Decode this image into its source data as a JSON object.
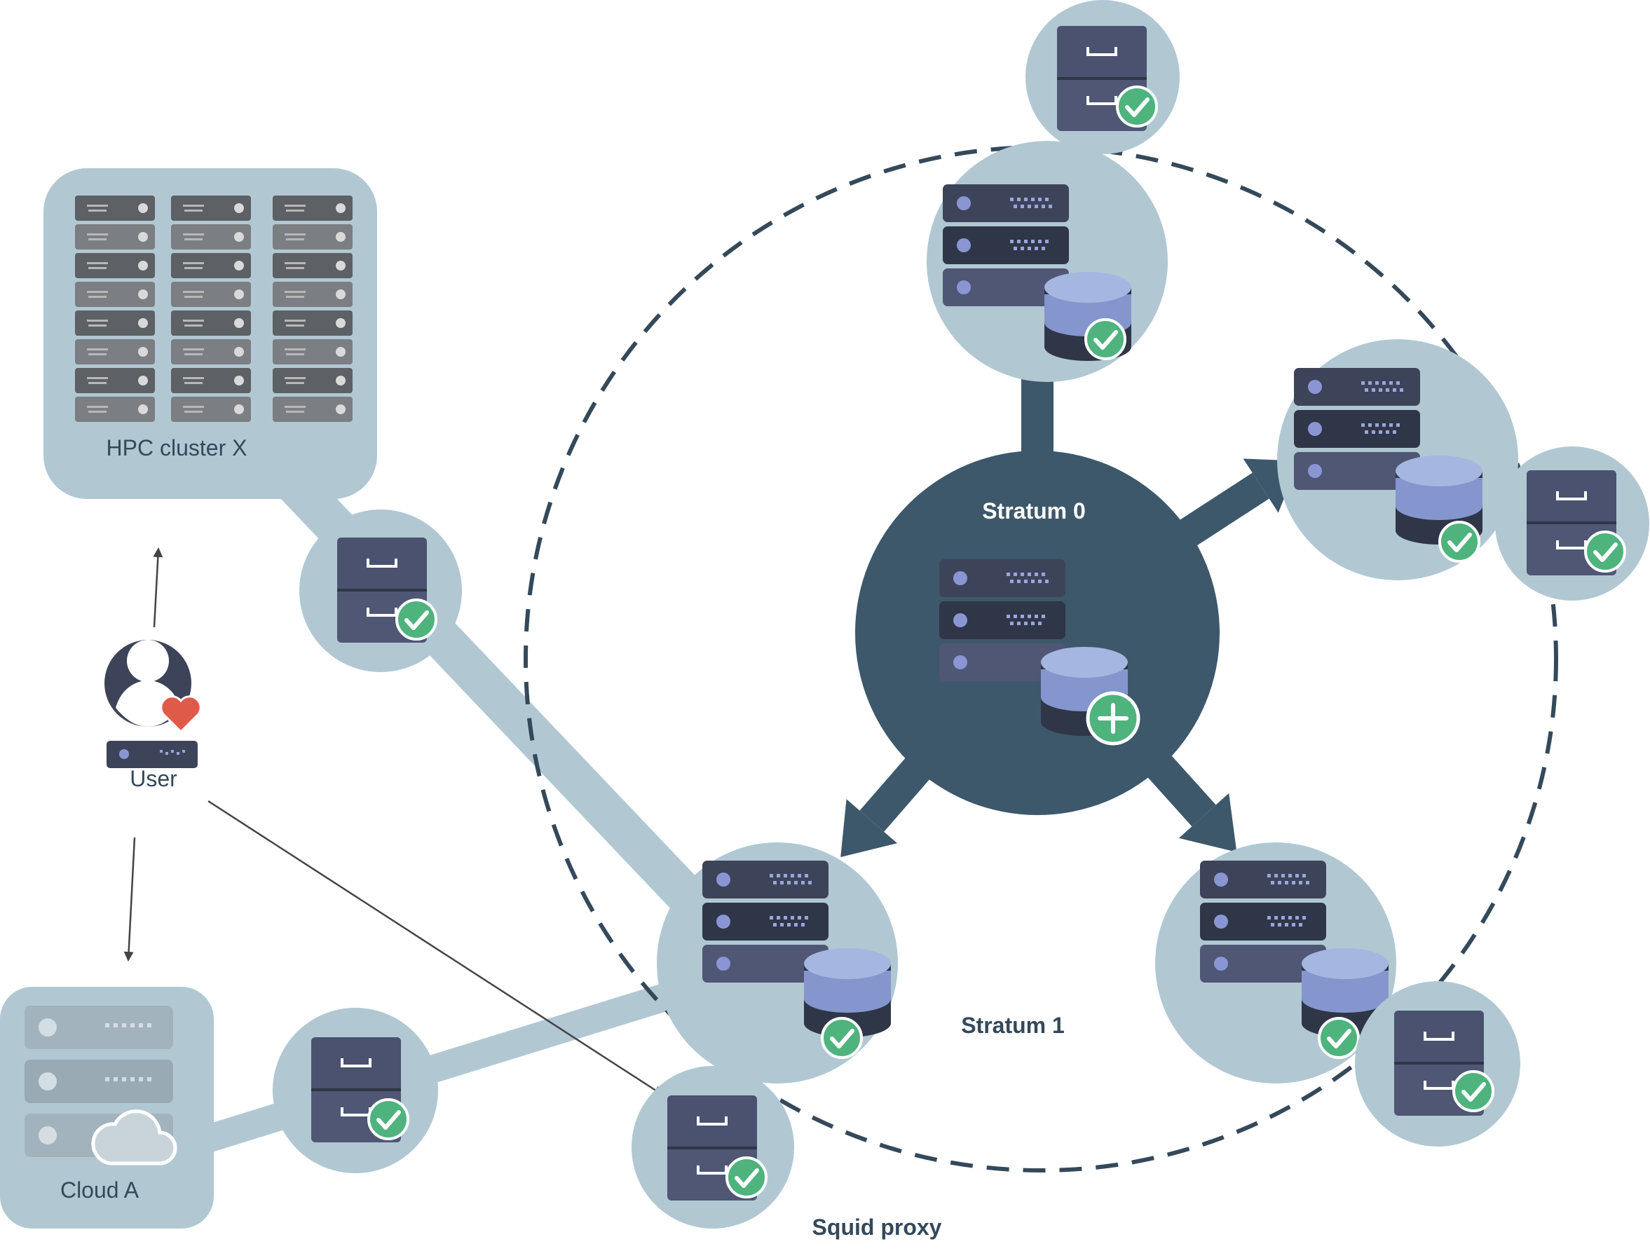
{
  "labels": {
    "stratum0": "Stratum 0",
    "stratum1": "Stratum 1",
    "squid_proxy": "Squid proxy",
    "hpc_cluster": "HPC cluster X",
    "cloud": "Cloud A",
    "user": "User"
  },
  "colors": {
    "node_fill": "#b1c8d3",
    "stratum0_fill": "#3d586a",
    "arrow": "#3d586a",
    "ring_dash": "#34495a",
    "server_dark": "#3d4459",
    "server_mid": "#4f5774",
    "db_top": "#a5b6e0",
    "db_body": "#8496cd",
    "db_base": "#2f3647",
    "check_badge": "#4fb37e",
    "heart": "#e05a4a",
    "cluster_panel": "#b1c8d3",
    "cluster_rack": "#676a6e",
    "link_thin": "#444444"
  },
  "icons": {
    "stratum0": "database-server-add-icon",
    "stratum1": "database-server-check-icon",
    "proxy": "file-cabinet-check-icon",
    "user": "user-heart-icon",
    "cloud": "cloud-icon"
  }
}
